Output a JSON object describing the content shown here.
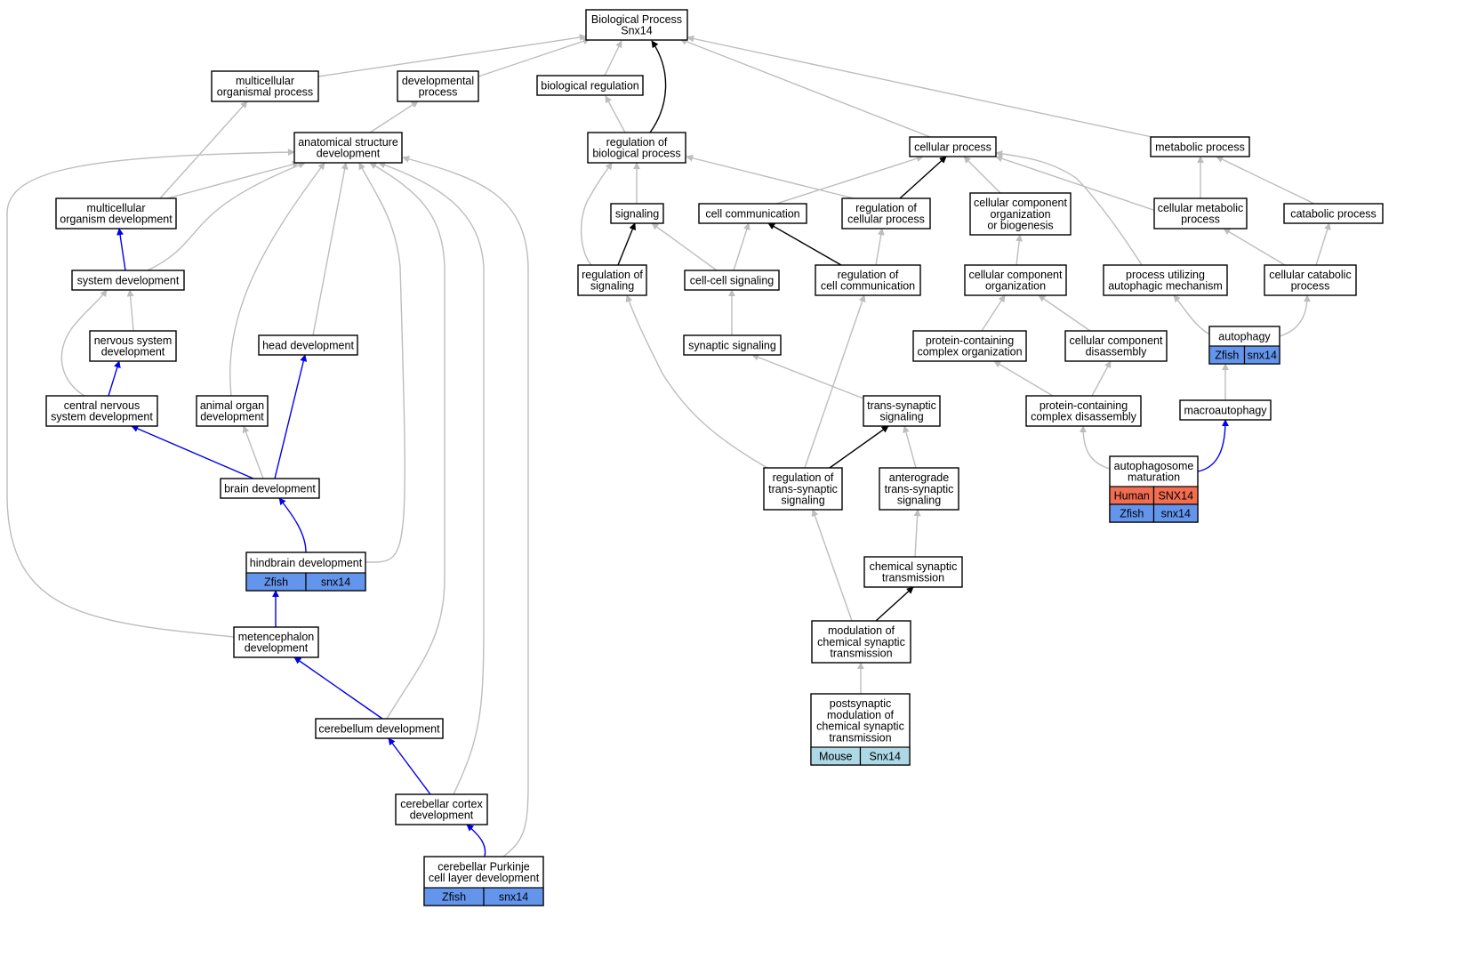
{
  "colors": {
    "edge_default": "#bdbdbd",
    "edge_blue": "#0000ee",
    "edge_black": "#000000",
    "Zfish": "#6495ed",
    "Human": "#f36d51",
    "Mouse": "#add8e6"
  },
  "nodes": {
    "root": [
      "Biological Process",
      "Snx14"
    ],
    "multi_org_proc": [
      "multicellular",
      "organismal process"
    ],
    "dev_proc": [
      "developmental",
      "process"
    ],
    "bio_reg": [
      "biological regulation"
    ],
    "anat_dev": [
      "anatomical structure",
      "development"
    ],
    "reg_bio": [
      "regulation of",
      "biological process"
    ],
    "cell_proc": [
      "cellular process"
    ],
    "metab_proc": [
      "metabolic process"
    ],
    "multi_org_dev": [
      "multicellular",
      "organism development"
    ],
    "signaling": [
      "signaling"
    ],
    "cell_comm": [
      "cell communication"
    ],
    "reg_cell_proc": [
      "regulation of",
      "cellular process"
    ],
    "ccob": [
      "cellular component",
      "organization",
      "or biogenesis"
    ],
    "cell_metab": [
      "cellular metabolic",
      "process"
    ],
    "catab": [
      "catabolic process"
    ],
    "sys_dev": [
      "system development"
    ],
    "reg_sig": [
      "regulation of",
      "signaling"
    ],
    "cc_sig": [
      "cell-cell signaling"
    ],
    "reg_cc": [
      "regulation of",
      "cell communication"
    ],
    "cco": [
      "cellular component",
      "organization"
    ],
    "pu_auto": [
      "process utilizing",
      "autophagic mechanism"
    ],
    "cell_catab": [
      "cellular catabolic",
      "process"
    ],
    "ns_dev": [
      "nervous system",
      "development"
    ],
    "head_dev": [
      "head development"
    ],
    "syn_sig": [
      "synaptic signaling"
    ],
    "pc_org": [
      "protein-containing",
      "complex organization"
    ],
    "cc_dis": [
      "cellular component",
      "disassembly"
    ],
    "autophagy": [
      "autophagy"
    ],
    "cns_dev": [
      "central nervous",
      "system development"
    ],
    "ao_dev": [
      "animal organ",
      "development"
    ],
    "ts_sig": [
      "trans-synaptic",
      "signaling"
    ],
    "pc_dis": [
      "protein-containing",
      "complex disassembly"
    ],
    "macro": [
      "macroautophagy"
    ],
    "brain_dev": [
      "brain development"
    ],
    "reg_ts": [
      "regulation of",
      "trans-synaptic",
      "signaling"
    ],
    "antero": [
      "anterograde",
      "trans-synaptic",
      "signaling"
    ],
    "apm": [
      "autophagosome",
      "maturation"
    ],
    "hind_dev": [
      "hindbrain development"
    ],
    "chem_syn": [
      "chemical synaptic",
      "transmission"
    ],
    "met_dev": [
      "metencephalon",
      "development"
    ],
    "mod_chem": [
      "modulation of",
      "chemical synaptic",
      "transmission"
    ],
    "cereb_dev": [
      "cerebellum development"
    ],
    "post_mod": [
      "postsynaptic",
      "modulation of",
      "chemical synaptic",
      "transmission"
    ],
    "cc_dev": [
      "cerebellar cortex",
      "development"
    ],
    "pcl_dev": [
      "cerebellar Purkinje",
      "cell layer development"
    ]
  },
  "annotations": {
    "autophagy": [
      [
        "Zfish",
        "snx14"
      ]
    ],
    "apm": [
      [
        "Human",
        "SNX14"
      ],
      [
        "Zfish",
        "snx14"
      ]
    ],
    "hind_dev": [
      [
        "Zfish",
        "snx14"
      ]
    ],
    "post_mod": [
      [
        "Mouse",
        "Snx14"
      ]
    ],
    "pcl_dev": [
      [
        "Zfish",
        "snx14"
      ]
    ]
  }
}
